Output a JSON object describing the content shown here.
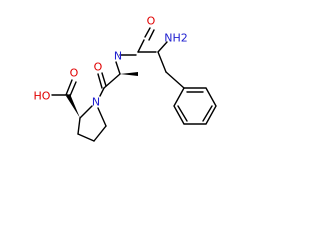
{
  "molecule": {
    "atoms": {
      "amide_O": "O",
      "amine": "NH2",
      "amide_N": "N",
      "acid_OH": "HO",
      "acyl_O": "O",
      "ring_N": "N",
      "acid_O": "O"
    },
    "colors": {
      "carbon": "#000000",
      "oxygen": "#e00000",
      "nitrogen": "#2020d0"
    }
  }
}
